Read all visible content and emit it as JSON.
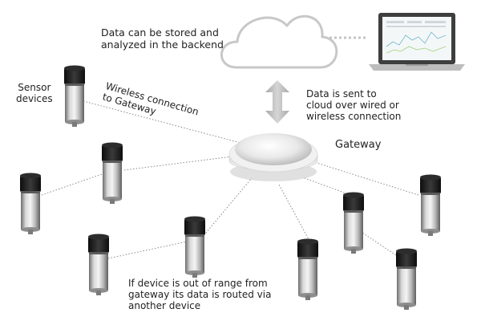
{
  "labels": {
    "backend": "Data can be stored and\nanalyzed in the backend",
    "sensors": "Sensor\ndevices",
    "wireless": "Wireless connection\nto Gateway",
    "cloud_sent": "Data is sent to\ncloud over wired or\nwireless connection",
    "gateway": "Gateway",
    "routing": "If device is out of range from\ngateway its data is routed via\nanother device"
  },
  "nodes": {
    "cloud": "cloud-icon",
    "laptop": "laptop-icon",
    "gateway": "gateway-device",
    "sensor": "sensor-device"
  },
  "colors": {
    "line": "#8a8a8a",
    "arrow": "#bdbdbd",
    "cloud_stroke": "#c8c8c8",
    "sensor_metal": "#a8a8a8",
    "sensor_cap": "#1f1f1f"
  }
}
